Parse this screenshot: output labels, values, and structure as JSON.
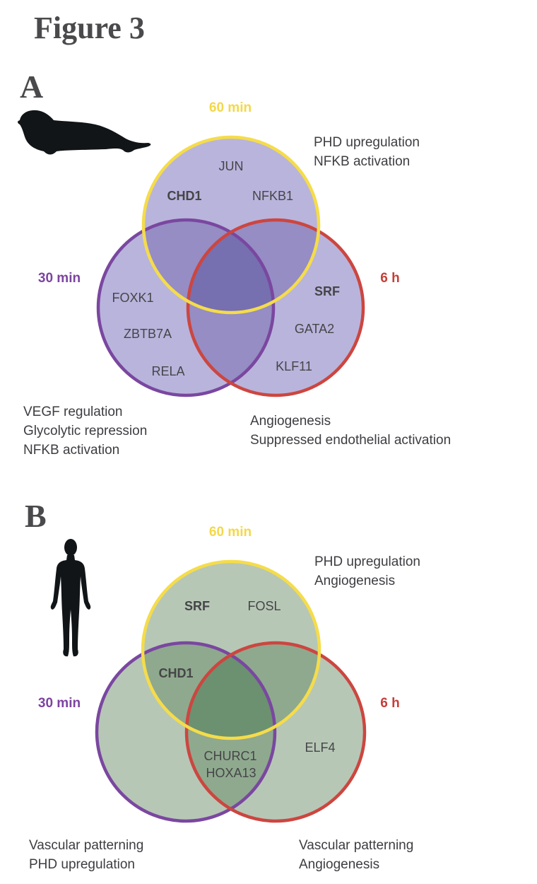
{
  "figure_title": "Figure 3",
  "colors": {
    "set_60min": "#f5dc4a",
    "set_30min": "#7a47a0",
    "set_6h": "#cc4640",
    "label_60min": "#f3d84a",
    "label_30min": "#7c44a0",
    "label_6h": "#c43f3a"
  },
  "panels": [
    {
      "letter": "A",
      "organism_icon": "seal-icon",
      "fill": {
        "single": "#b9b4dc",
        "double": "#958dc4",
        "triple": "#766fb0"
      },
      "sets": [
        {
          "id": "60min",
          "label": "60 min"
        },
        {
          "id": "30min",
          "label": "30 min"
        },
        {
          "id": "6h",
          "label": "6 h"
        }
      ],
      "genes": [
        {
          "name": "JUN",
          "bold": false,
          "region": "60min only"
        },
        {
          "name": "CHD1",
          "bold": true,
          "region": "60min only"
        },
        {
          "name": "NFKB1",
          "bold": false,
          "region": "60min only"
        },
        {
          "name": "FOXK1",
          "bold": false,
          "region": "30min only"
        },
        {
          "name": "ZBTB7A",
          "bold": false,
          "region": "30min only"
        },
        {
          "name": "RELA",
          "bold": false,
          "region": "30min only"
        },
        {
          "name": "SRF",
          "bold": true,
          "region": "6h only"
        },
        {
          "name": "GATA2",
          "bold": false,
          "region": "6h only"
        },
        {
          "name": "KLF11",
          "bold": false,
          "region": "6h only"
        }
      ],
      "annotations": {
        "60min": [
          "PHD upregulation",
          "NFKB activation"
        ],
        "30min": [
          "VEGF regulation",
          "Glycolytic repression",
          "NFKB activation"
        ],
        "6h": [
          "Angiogenesis",
          "Suppressed endothelial activation"
        ]
      }
    },
    {
      "letter": "B",
      "organism_icon": "human-icon",
      "fill": {
        "single": "#b7c7b6",
        "double": "#8fa98e",
        "triple": "#6b9170"
      },
      "sets": [
        {
          "id": "60min",
          "label": "60 min"
        },
        {
          "id": "30min",
          "label": "30 min"
        },
        {
          "id": "6h",
          "label": "6 h"
        }
      ],
      "genes": [
        {
          "name": "SRF",
          "bold": true,
          "region": "60min only"
        },
        {
          "name": "FOSL",
          "bold": false,
          "region": "60min only"
        },
        {
          "name": "CHD1",
          "bold": true,
          "region": "60min & 30min"
        },
        {
          "name": "CHURC1",
          "bold": false,
          "region": "30min & 6h"
        },
        {
          "name": "HOXA13",
          "bold": false,
          "region": "30min & 6h"
        },
        {
          "name": "ELF4",
          "bold": false,
          "region": "6h only"
        }
      ],
      "annotations": {
        "60min": [
          "PHD upregulation",
          "Angiogenesis"
        ],
        "30min": [
          "Vascular patterning",
          "PHD upregulation"
        ],
        "6h": [
          "Vascular patterning",
          "Angiogenesis"
        ]
      }
    }
  ]
}
